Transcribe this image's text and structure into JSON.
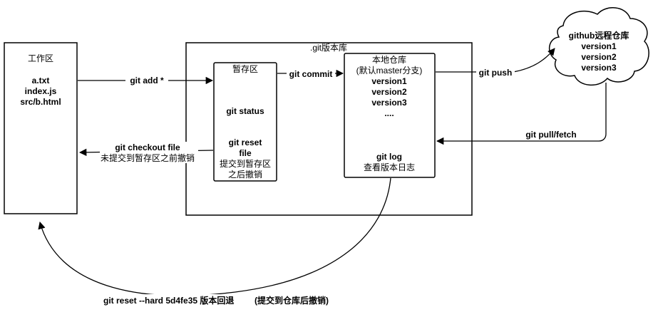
{
  "workspace": {
    "title": "工作区",
    "files": [
      "a.txt",
      "index.js",
      "src/b.html"
    ]
  },
  "git_dir": {
    "title": ".git版本库"
  },
  "stage": {
    "title": "暂存区",
    "status": "git status",
    "reset_lines": [
      "git reset",
      "file",
      "提交到暂存区",
      "之后撤销"
    ]
  },
  "local_repo": {
    "title_lines": [
      "本地仓库",
      "(默认master分支)"
    ],
    "versions": [
      "version1",
      "version2",
      "version3",
      "...."
    ],
    "log_cmd": "git log",
    "log_desc": "查看版本日志"
  },
  "remote": {
    "title": "github远程仓库",
    "versions": [
      "version1",
      "version2",
      "version3"
    ]
  },
  "edges": {
    "add": "git add *",
    "commit": "git commit",
    "push": "git push",
    "pull": "git pull/fetch",
    "checkout_cmd": "git checkout file",
    "checkout_desc": "未提交到暂存区之前撤销",
    "reset_hard": "git reset --hard 5d4fe35 版本回退",
    "reset_hard_desc": "(提交到仓库后撤销)"
  }
}
